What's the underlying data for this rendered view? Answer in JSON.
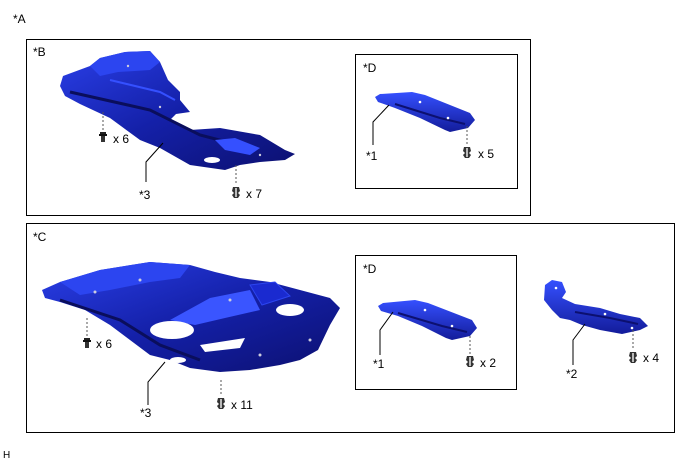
{
  "figure": {
    "label": "*A",
    "footer_code": "H",
    "colors": {
      "part_dark": "#10137a",
      "part_mid": "#1a2ad0",
      "part_light": "#3a55ff",
      "border": "#000000"
    }
  },
  "panels": {
    "B": {
      "label": "*B",
      "part_callout": "*3",
      "fasteners": [
        {
          "type": "bolt",
          "qty": "x 6"
        },
        {
          "type": "clip",
          "qty": "x 7"
        }
      ]
    },
    "D_top": {
      "label": "*D",
      "part_callout": "*1",
      "fasteners": [
        {
          "type": "clip",
          "qty": "x 5"
        }
      ]
    },
    "C": {
      "label": "*C",
      "part_callout": "*3",
      "fasteners": [
        {
          "type": "bolt",
          "qty": "x 6"
        },
        {
          "type": "clip",
          "qty": "x 11"
        }
      ]
    },
    "D_bottom": {
      "label": "*D",
      "part_callout": "*1",
      "fasteners": [
        {
          "type": "clip",
          "qty": "x 2"
        }
      ]
    },
    "extra": {
      "part_callout": "*2",
      "fasteners": [
        {
          "type": "clip",
          "qty": "x 4"
        }
      ]
    }
  }
}
